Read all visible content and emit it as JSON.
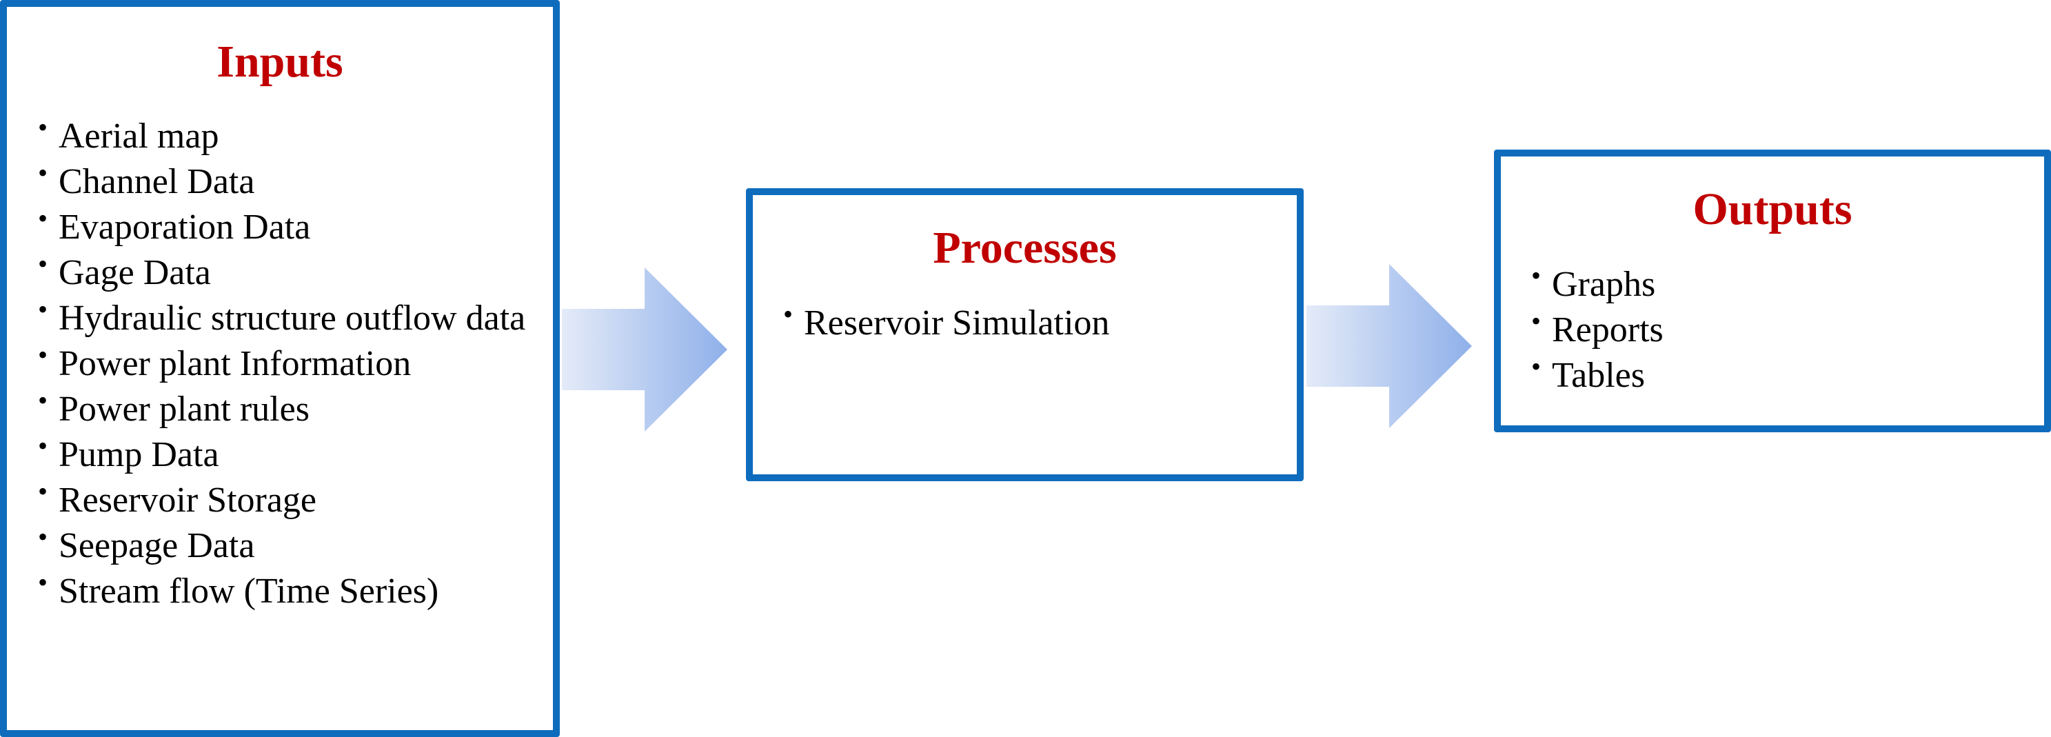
{
  "inputs": {
    "title": "Inputs",
    "items": [
      "Aerial map",
      "Channel Data",
      "Evaporation Data",
      "Gage Data",
      "Hydraulic structure outflow data",
      "Power plant Information",
      "Power plant rules",
      "Pump Data",
      "Reservoir Storage",
      "Seepage Data",
      "Stream flow (Time Series)"
    ]
  },
  "processes": {
    "title": "Processes",
    "items": [
      "Reservoir Simulation"
    ]
  },
  "outputs": {
    "title": "Outputs",
    "items": [
      "Graphs",
      "Reports",
      "Tables"
    ]
  },
  "colors": {
    "box_border": "#0f6cbd",
    "title_text": "#c00000",
    "arrow_light": "#e4ebf8",
    "arrow_dark": "#8fb0ea"
  },
  "icons": {
    "bullet": "•",
    "connector": "right-arrow-icon"
  }
}
